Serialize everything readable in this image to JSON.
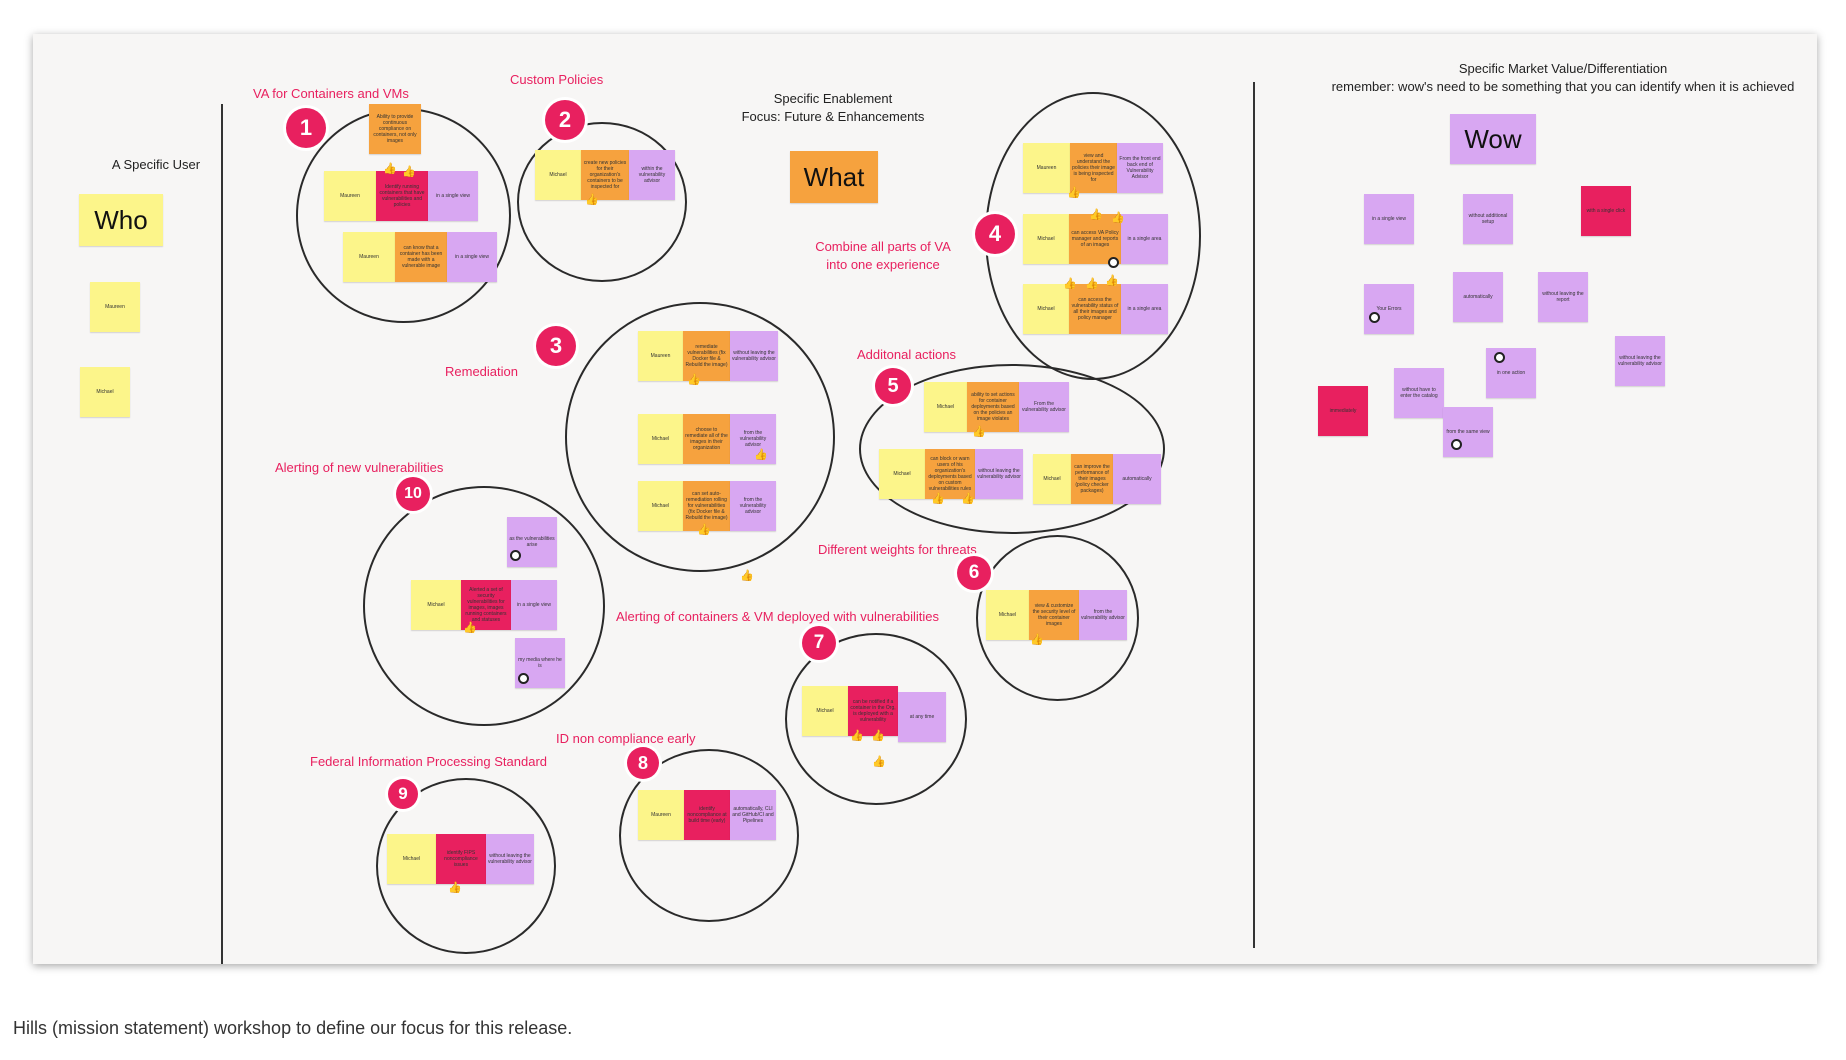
{
  "caption": "Hills (mission statement) workshop to define our focus for this release.",
  "sections": {
    "who_title": "A Specific User",
    "what_line1": "Specific Enablement",
    "what_line2": "Focus: Future & Enhancements",
    "wow_line1": "Specific Market Value/Differentiation",
    "wow_line2": "remember: wow's need to be something that you can identify when it is achieved"
  },
  "headers": {
    "who": "Who",
    "what": "What",
    "wow": "Wow"
  },
  "who_notes": [
    "Maureen",
    "Michael"
  ],
  "hills": [
    {
      "num": "1",
      "title": "VA for Containers and VMs",
      "notes": [
        "Ability to provide continuous compliance on containers, not only images",
        "Maureen",
        "Identify running containers that have vulnerabilities and policies",
        "in a single view",
        "Maureen",
        "can know that a container has been made with a vulnerable image",
        "in a single view"
      ]
    },
    {
      "num": "2",
      "title": "Custom Policies",
      "notes": [
        "Michael",
        "create new policies for their organization's containers to be inspected for",
        "within the vulnerability advisor"
      ]
    },
    {
      "num": "3",
      "title": "Remediation",
      "notes": [
        "Maureen",
        "remediate vulnerabilities (fix Docker file & Rebuild the image)",
        "without leaving the vulnerability advisor",
        "Michael",
        "choose to remediate all of the images in their organization",
        "from the vulnerability advisor",
        "Michael",
        "can set auto-remediation rolling for vulnerabilities (fix Docker file & Rebuild the image)",
        "from the vulnerability advisor"
      ]
    },
    {
      "num": "4",
      "title": "Combine all parts of VA into one experience",
      "notes": [
        "Maureen",
        "view and understand the policies their image is being inspected for",
        "From the front end back end of Vulnerability Advisor",
        "Michael",
        "can access VA Policy manager and reports of an images",
        "in a single area",
        "Michael",
        "can access the vulnerability status of all their images and policy manager",
        "in a single area"
      ]
    },
    {
      "num": "5",
      "title": "Additonal actions",
      "notes": [
        "Michael",
        "ability to set actions for container deployments based on the policies an image violates",
        "From the vulnerability advisor",
        "Michael",
        "can block or warn users of his organization's deployments based on custom vulnerabilities rules",
        "without leaving the vulnerability advisor",
        "Michael",
        "can improve the performance of their images (policy checker packages)",
        "automatically"
      ]
    },
    {
      "num": "6",
      "title": "Different weights for threats",
      "notes": [
        "Michael",
        "view & customize the security level of their container images",
        "from the vulnerability advisor"
      ]
    },
    {
      "num": "7",
      "title": "Alerting of containers & VM deployed with vulnerabilities",
      "notes": [
        "Michael",
        "can be notified if a container in the Org, is deployed with a vulnerability",
        "at any time"
      ]
    },
    {
      "num": "8",
      "title": "ID non compliance early",
      "notes": [
        "Maureen",
        "identify noncompliance at build time (early)",
        "automatically, CLI and GitHub/CI and Pipelines"
      ]
    },
    {
      "num": "9",
      "title": "Federal Information Processing Standard",
      "notes": [
        "Michael",
        "identify FIPS noncompliance issues",
        "without leaving the vulnerability advisor"
      ]
    },
    {
      "num": "10",
      "title": "Alerting of new vulnerabilities",
      "notes": [
        "as the vulnerabilities arise",
        "Michael",
        "Alerted a set of security vulnerabilities for images, images running containers and statuses",
        "in a single view",
        "my media where he is"
      ]
    }
  ],
  "wow_notes": [
    "in a single view",
    "without additional setup",
    "with a single click",
    "Your Errors",
    "automatically",
    "without leaving the report",
    "in one action",
    "without leaving the vulnerability advisor",
    "immediately",
    "without have to enter the catalog",
    "from the same view"
  ],
  "colors": {
    "accent": "#e8205f",
    "yellow": "#fcf58a",
    "orange": "#f6a23e",
    "pink": "#e8205f",
    "lavender": "#d8a7f2",
    "board": "#f7f6f5"
  }
}
